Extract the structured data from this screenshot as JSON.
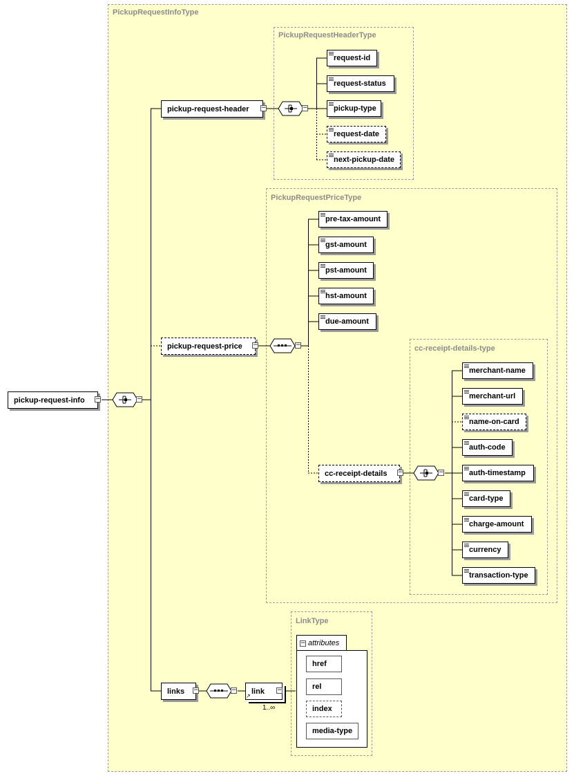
{
  "types": {
    "info": "PickupRequestInfoType",
    "header": "PickupRequestHeaderType",
    "price": "PickupRequestPriceType",
    "cc": "cc-receipt-details-type",
    "link": "LinkType"
  },
  "root": "pickup-request-info",
  "header": {
    "name": "pickup-request-header",
    "children": [
      "request-id",
      "request-status",
      "pickup-type",
      "request-date",
      "next-pickup-date"
    ]
  },
  "price": {
    "name": "pickup-request-price",
    "children": [
      "pre-tax-amount",
      "gst-amount",
      "pst-amount",
      "hst-amount",
      "due-amount"
    ]
  },
  "cc": {
    "name": "cc-receipt-details",
    "children": [
      "merchant-name",
      "merchant-url",
      "name-on-card",
      "auth-code",
      "auth-timestamp",
      "card-type",
      "charge-amount",
      "currency",
      "transaction-type"
    ]
  },
  "links": {
    "name": "links",
    "link": "link",
    "occurrence": "1..∞",
    "attributes_label": "attributes",
    "attributes": [
      "href",
      "rel",
      "index",
      "media-type"
    ]
  },
  "colors": {
    "background": "#ffffcc",
    "border": "#9a9a9a",
    "label": "#8c8c8c"
  }
}
